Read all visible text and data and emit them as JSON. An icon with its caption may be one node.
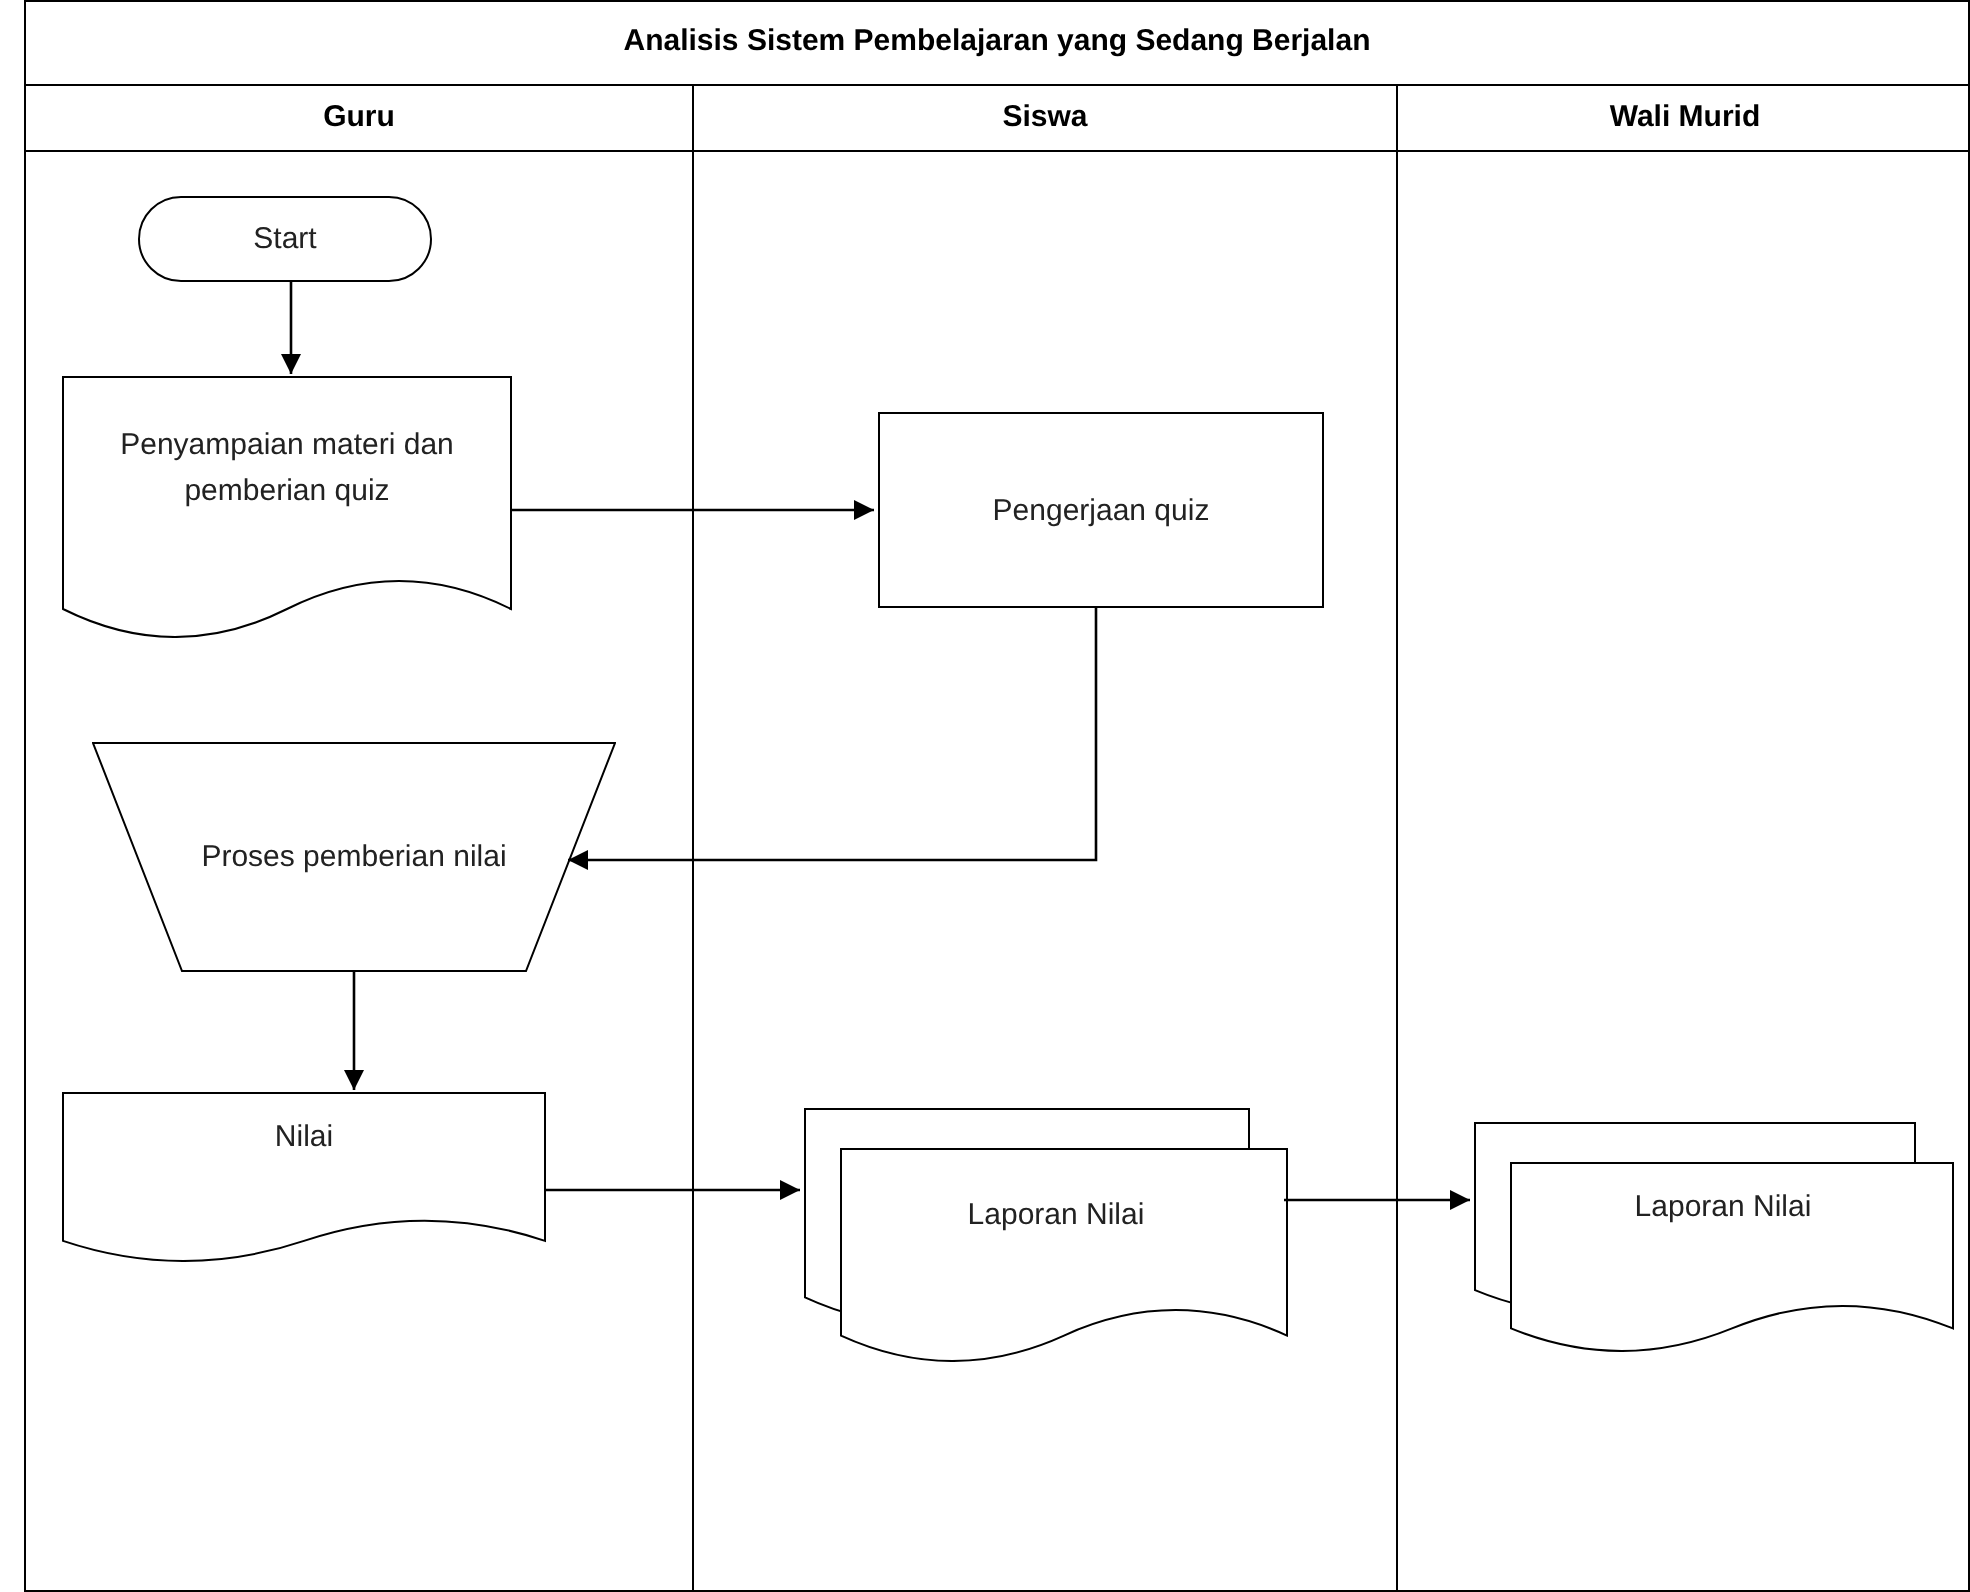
{
  "diagram": {
    "title": "Analisis Sistem Pembelajaran yang Sedang Berjalan",
    "nodes": [
      {
        "text": [
          "Guru"
        ]
      },
      {
        "text": [
          "Siswa"
        ]
      },
      {
        "text": [
          "Wali Murid"
        ]
      },
      {
        "text": [
          "Start"
        ],
        "in": 0
      },
      {
        "text": [
          "Penyampaian materi dan pemberian quiz"
        ],
        "in": 0
      },
      {
        "text": [
          "Pengerjaan quiz"
        ],
        "in": 1
      },
      {
        "text": [
          "Proses pemberian nilai"
        ],
        "in": 0
      },
      {
        "text": [
          "Nilai"
        ],
        "in": 0
      },
      {
        "text": [
          "Laporan Nilai"
        ],
        "in": 1
      },
      {
        "text": [
          "Laporan Nilai"
        ],
        "in": 2
      }
    ],
    "edges": [
      {
        "from": 3,
        "to": 4,
        "arrow": "to"
      },
      {
        "from": 4,
        "to": 5,
        "arrow": "to"
      },
      {
        "from": 5,
        "to": 6,
        "arrow": "to"
      },
      {
        "from": 6,
        "to": 7,
        "arrow": "to"
      },
      {
        "from": 7,
        "to": 8,
        "arrow": "to"
      },
      {
        "from": 8,
        "to": 9,
        "arrow": "to"
      }
    ]
  }
}
